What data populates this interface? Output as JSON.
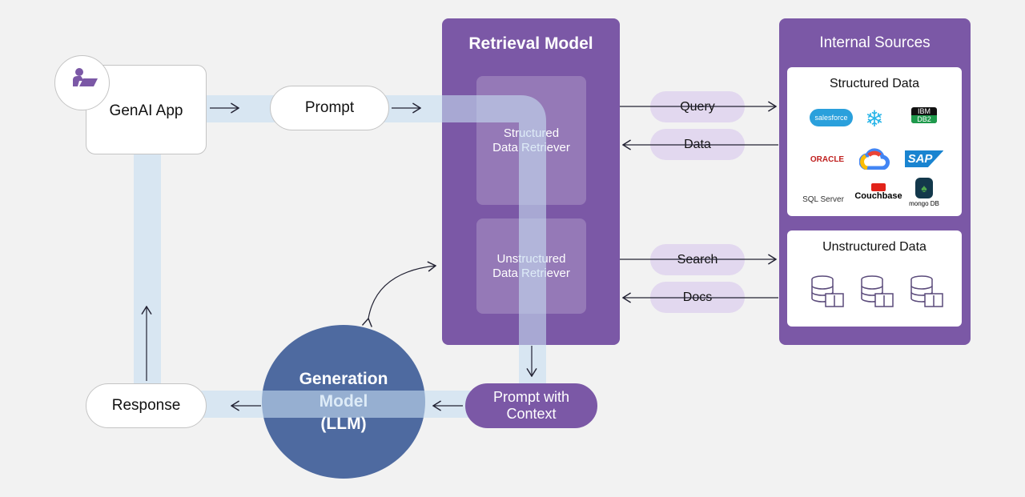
{
  "genai_app": {
    "label": "GenAI App",
    "icon": "user-laptop-icon"
  },
  "prompt": {
    "label": "Prompt"
  },
  "retrieval_model": {
    "title": "Retrieval Model",
    "structured": "Structured\nData Retriever",
    "unstructured": "Unstructured\nData Retriever"
  },
  "connectors": {
    "query": "Query",
    "data": "Data",
    "search": "Search",
    "docs": "Docs"
  },
  "internal_sources": {
    "title": "Internal Sources",
    "structured_title": "Structured Data",
    "logos": [
      "salesforce",
      "Snowflake",
      "IBM DB2",
      "ORACLE",
      "Google Cloud",
      "SAP",
      "SQL Server",
      "Couchbase",
      "mongo DB"
    ],
    "unstructured_title": "Unstructured Data",
    "unstructured_icons": [
      "database-book-icon",
      "database-book-icon",
      "database-book-icon"
    ]
  },
  "generation_model": {
    "label": "Generation\nModel\n(LLM)"
  },
  "prompt_with_context": {
    "label": "Prompt with\nContext"
  },
  "response": {
    "label": "Response"
  },
  "colors": {
    "purple": "#7b58a6",
    "blue": "#4e6aa0",
    "flow": "#c7def2",
    "pill": "#e2d8ef"
  }
}
